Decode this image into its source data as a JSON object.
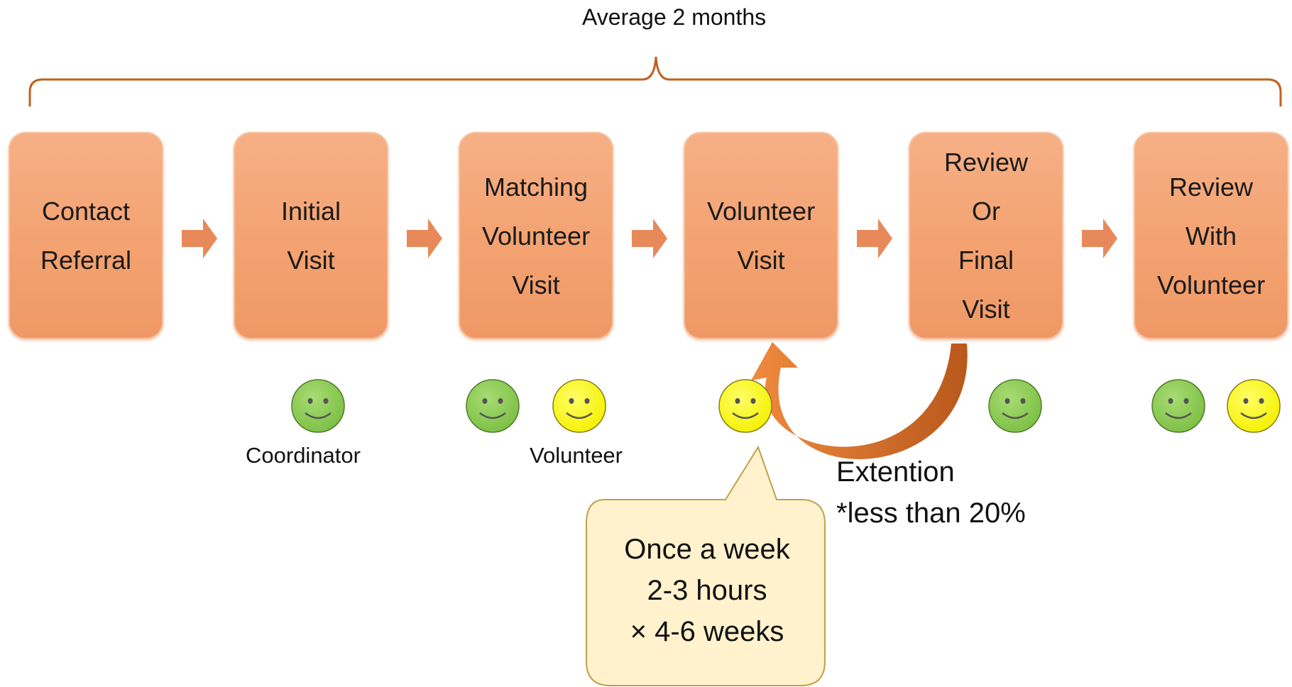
{
  "duration": {
    "label": "Average 2 months"
  },
  "steps": [
    {
      "label": "Contact\nReferral"
    },
    {
      "label": "Initial\nVisit"
    },
    {
      "label": "Matching\nVolunteer\nVisit"
    },
    {
      "label": "Volunteer\nVisit"
    },
    {
      "label": "Review\nOr\nFinal\nVisit"
    },
    {
      "label": "Review\nWith\nVolunteer"
    }
  ],
  "roles": {
    "coordinator": "Coordinator",
    "volunteer": "Volunteer"
  },
  "colors": {
    "coordinator": "#8fcb5a",
    "volunteer": "#ffff33",
    "step": "#f3a271",
    "bracket": "#c0611e"
  },
  "extension": {
    "label": "Extention\n*less than 20%"
  },
  "callout": {
    "text": "Once a week\n2-3 hours\n× 4-6 weeks"
  }
}
